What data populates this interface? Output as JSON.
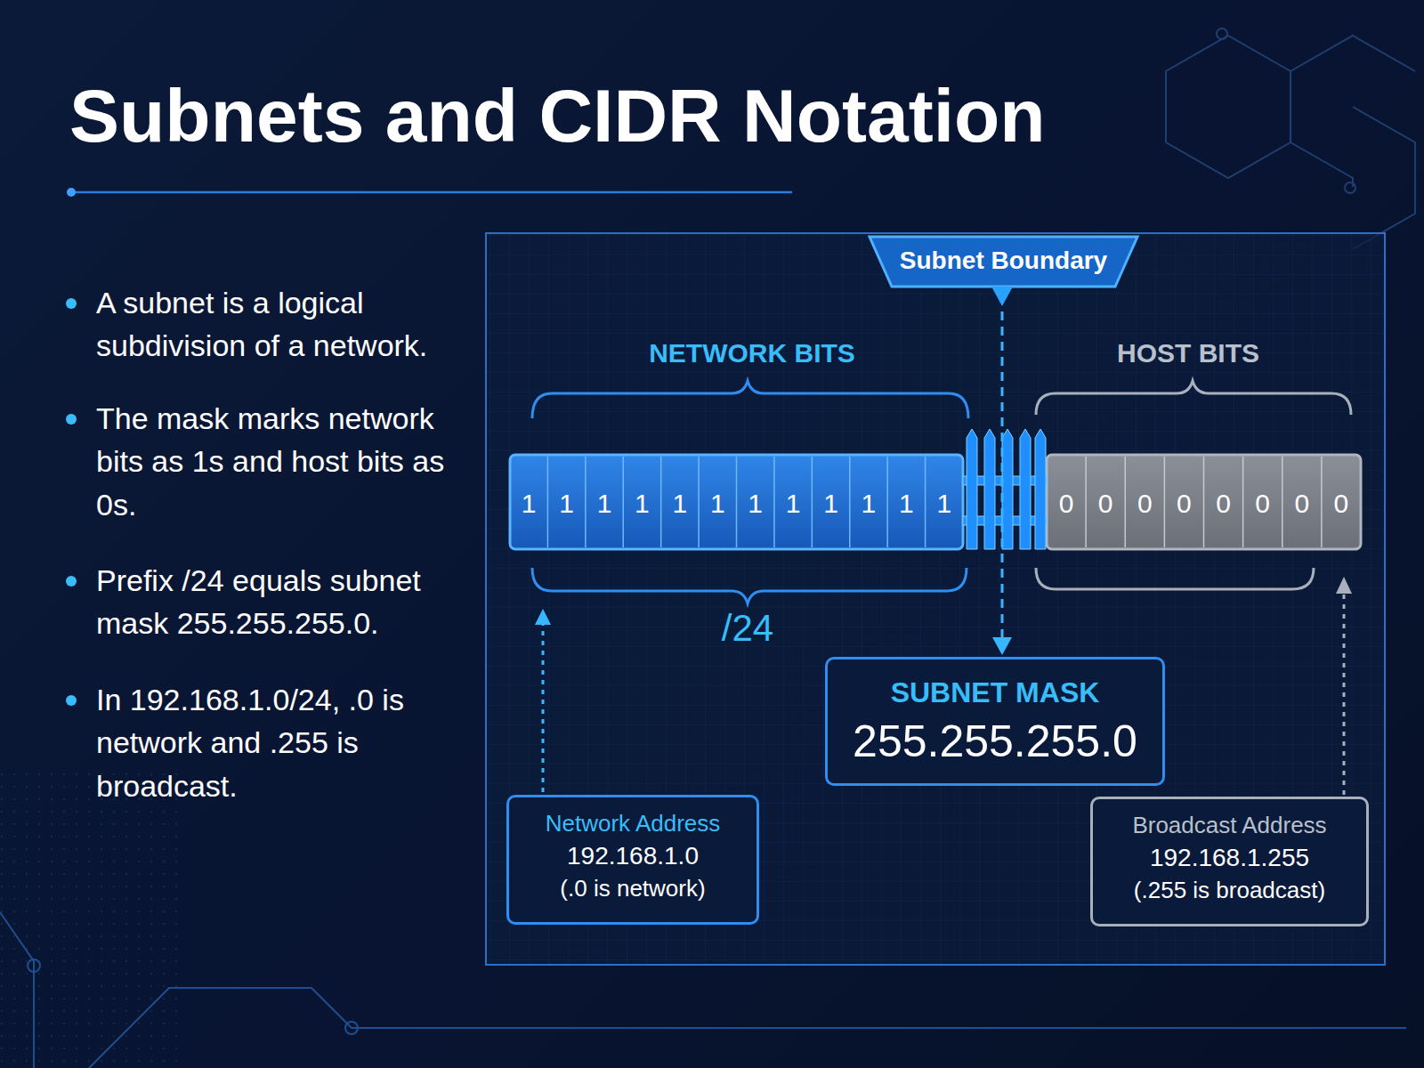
{
  "diagram": {
    "title": "Subnets and CIDR Notation",
    "nodes": [
      {
        "text": [
          "Subnet Boundary"
        ]
      },
      {
        "text": [
          "SUBNET MASK",
          "255.255.255.0"
        ]
      },
      {
        "text": [
          "Network Address",
          "192.168.1.0",
          "(.0 is network)"
        ]
      },
      {
        "text": [
          "Broadcast Address",
          "192.168.1.255",
          "(.255 is broadcast)"
        ]
      }
    ],
    "edges": [
      {
        "from": 0,
        "to": 1,
        "arrow": "to"
      }
    ],
    "labels": [
      "A subnet is a logical subdivision of a network.",
      "The mask marks network bits as 1s and host bits as 0s.",
      "Prefix /24 equals subnet mask 255.255.255.0.",
      "In 192.168.1.0/24, .0 is network and .255 is broadcast.",
      "NETWORK BITS",
      "HOST BITS",
      "1",
      "1",
      "1",
      "1",
      "1",
      "1",
      "1",
      "1",
      "1",
      "1",
      "1",
      "1",
      "0",
      "0",
      "0",
      "0",
      "0",
      "0",
      "0",
      "0",
      "/24"
    ]
  }
}
